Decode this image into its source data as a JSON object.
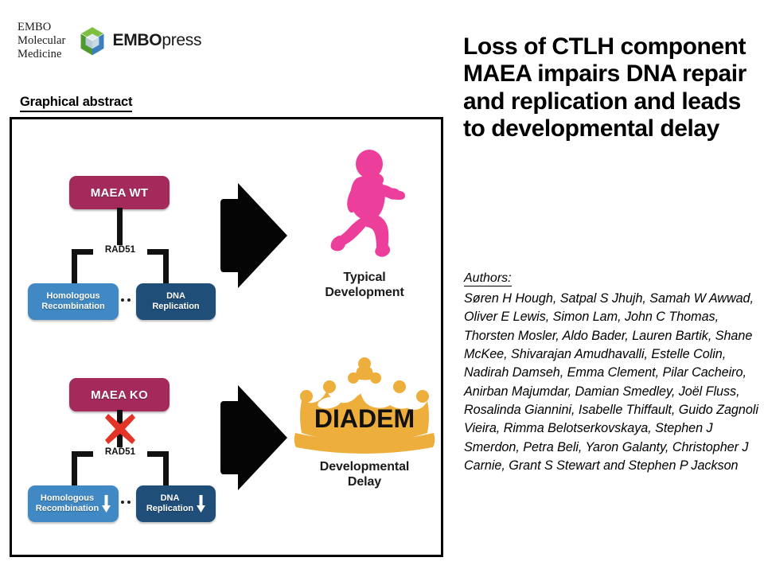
{
  "branding": {
    "journal_name": "EMBO\nMolecular\nMedicine",
    "publisher_bold": "EMBO",
    "publisher_light": "press",
    "logo_icon": "embo-cube-icon",
    "logo_colors": {
      "green_light": "#8CC63F",
      "green_dark": "#4E9A2E",
      "blue_light": "#6FA8DC",
      "blue_dark": "#2E6DA4",
      "facet_pale": "#D9E2EA"
    }
  },
  "section": {
    "graphical_abstract_label": "Graphical abstract"
  },
  "figure": {
    "panels": [
      {
        "id": "wt",
        "gene_box": {
          "label": "MAEA WT",
          "color": "#A42A5C"
        },
        "connector_label": "RAD51",
        "blocked": false,
        "processes": [
          {
            "name": "homologous-recombination",
            "label": "Homologous\nRecombination",
            "color": "#4189C4",
            "decreased": false
          },
          {
            "name": "dna-replication",
            "label": "DNA\nReplication",
            "color": "#1F4E79",
            "decreased": false
          }
        ],
        "outcome": {
          "icon": "running-child-icon",
          "icon_color": "#EC3F9B",
          "caption": "Typical\nDevelopment"
        }
      },
      {
        "id": "ko",
        "gene_box": {
          "label": "MAEA KO",
          "color": "#A42A5C"
        },
        "connector_label": "RAD51",
        "blocked": true,
        "block_icon": "red-x-icon",
        "block_color": "#E33527",
        "processes": [
          {
            "name": "homologous-recombination",
            "label": "Homologous\nRecombination",
            "color": "#4189C4",
            "decreased": true
          },
          {
            "name": "dna-replication",
            "label": "DNA\nReplication",
            "color": "#1F4E79",
            "decreased": true
          }
        ],
        "outcome": {
          "icon": "diadem-crown-icon",
          "icon_color": "#EDAE3C",
          "badge_text": "DIADEM",
          "caption": "Developmental\nDelay"
        }
      }
    ],
    "arrow_icon": "block-arrow-right-icon",
    "arrow_color": "#000000"
  },
  "article": {
    "title": "Loss of CTLH component MAEA impairs DNA repair and replication and leads to developmental delay",
    "authors_heading": "Authors:",
    "authors": "Søren H Hough, Satpal S Jhujh, Samah W Awwad, Oliver E Lewis, Simon Lam, John C Thomas, Thorsten Mosler, Aldo Bader, Lauren Bartik, Shane McKee, Shivarajan Amudhavalli, Estelle Colin, Nadirah Damseh, Emma Clement, Pilar Cacheiro, Anirban Majumdar, Damian Smedley, Joël Fluss, Rosalinda Giannini, Isabelle Thiffault, Guido Zagnoli Vieira, Rimma Belotserkovskaya, Stephen J Smerdon, Petra Beli, Yaron Galanty, Christopher J Carnie, Grant S Stewart and Stephen P Jackson"
  }
}
